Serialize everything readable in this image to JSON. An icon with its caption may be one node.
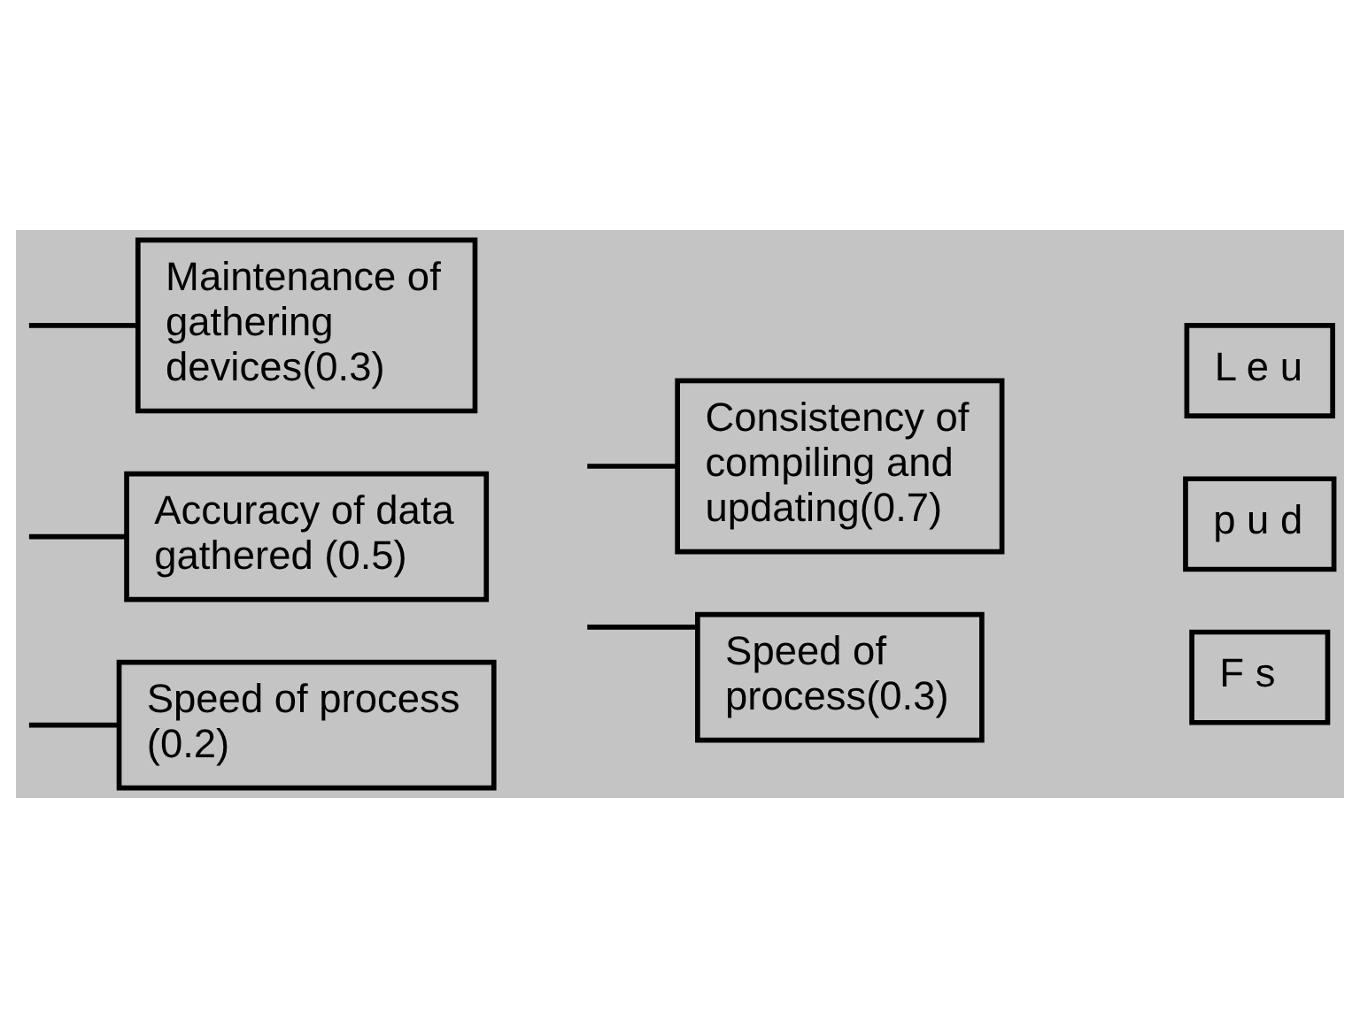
{
  "diagram": {
    "nodes": [
      {
        "text": [
          "Speed of process (0.2)"
        ]
      },
      {
        "text": [
          "Accuracy of data gathered (0.5)"
        ]
      },
      {
        "text": [
          "Maintenance of gathering devices(0.3)"
        ]
      },
      {
        "text": [
          "Speed of process(0.3)"
        ]
      },
      {
        "text": [
          "Consistency of compiling and updating(0.7)"
        ]
      },
      {
        "text": [
          "F s"
        ]
      },
      {
        "text": [
          "p u d"
        ]
      },
      {
        "text": [
          "L e u"
        ]
      }
    ],
    "edges": [
      {
        "from": null,
        "to": 0,
        "arrow": "none"
      },
      {
        "from": null,
        "to": 1,
        "arrow": "none"
      },
      {
        "from": null,
        "to": 2,
        "arrow": "none"
      },
      {
        "from": null,
        "to": 3,
        "arrow": "none"
      },
      {
        "from": null,
        "to": 4,
        "arrow": "none"
      }
    ]
  }
}
